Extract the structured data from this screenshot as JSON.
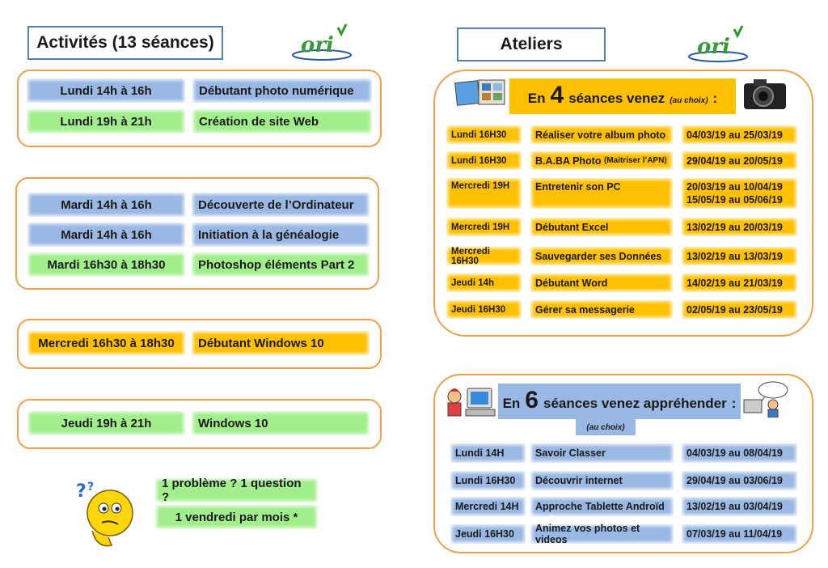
{
  "left": {
    "title": "Activités (13 séances)",
    "groups": [
      [
        {
          "day": "Lundi 14h à 16h",
          "activity": "Débutant photo numérique",
          "day_color": "blue",
          "act_color": "blue"
        },
        {
          "day": "Lundi 19h à 21h",
          "activity": "Création de site Web",
          "day_color": "green",
          "act_color": "green"
        }
      ],
      [
        {
          "day": "Mardi 14h à 16h",
          "activity": "Découverte de l’Ordinateur",
          "day_color": "blue",
          "act_color": "blue"
        },
        {
          "day": "Mardi 14h à 16h",
          "activity": "Initiation à la généalogie",
          "day_color": "blue",
          "act_color": "blue"
        },
        {
          "day": "Mardi 16h30 à 18h30",
          "activity": "Photoshop éléments Part 2",
          "day_color": "green",
          "act_color": "green"
        }
      ],
      [
        {
          "day": "Mercredi 16h30 à 18h30",
          "activity": "Débutant Windows 10",
          "day_color": "orange",
          "act_color": "orange"
        }
      ],
      [
        {
          "day": "Jeudi 19h à 21h",
          "activity": "Windows 10",
          "day_color": "green",
          "act_color": "green"
        }
      ]
    ],
    "help": {
      "line1": "1 problème ? 1 question ?",
      "line2": "1 vendredi par mois *"
    }
  },
  "right": {
    "title": "Ateliers",
    "four": {
      "pre": "En",
      "num": "4",
      "post": "séances venez",
      "choice": "(au choix)",
      "colon": ":",
      "rows": [
        {
          "day": "Lundi 16H30",
          "topic": "Réaliser  votre album photo",
          "dates": "04/03/19 au 25/03/19"
        },
        {
          "day": "Lundi 16H30",
          "topic": "B.A.BA Photo",
          "topic_small": "(Maitriser l’APN)",
          "dates": "29/04/19 au 20/05/19"
        },
        {
          "day": "Mercredi 19H",
          "topic": "Entretenir son PC",
          "dates": "20/03/19 au 10/04/19",
          "dates2": "15/05/19 au 05/06/19"
        },
        {
          "day": "Mercredi 19H",
          "topic": "Débutant Excel",
          "dates": "13/02/19 au 20/03/19"
        },
        {
          "day": "Mercredi 16H30",
          "topic": "Sauvegarder ses Données",
          "dates": "13/02/19 au 13/03/19"
        },
        {
          "day": "Jeudi 14h",
          "topic": "Débutant Word",
          "dates": "14/02/19 au 21/03/19"
        },
        {
          "day": "Jeudi 16H30",
          "topic": "Gérer sa messagerie",
          "dates": "02/05/19 au 23/05/19"
        }
      ]
    },
    "six": {
      "pre": "En",
      "num": "6",
      "post": "séances venez appréhender",
      "colon": ":",
      "choice": "(au choix)",
      "rows": [
        {
          "day": "Lundi 14H",
          "topic": "Savoir Classer",
          "dates": "04/03/19 au 08/04/19"
        },
        {
          "day": "Lundi 16H30",
          "topic": "Découvrir internet",
          "dates": "29/04/19 au 03/06/19"
        },
        {
          "day": "Mercredi 14H",
          "topic": "Approche Tablette Androïd",
          "dates": "13/02/19 au  03/04/19"
        },
        {
          "day": "Jeudi  16H30",
          "topic": "Animez vos photos et videos",
          "dates": "07/03/19 au 11/04/19"
        }
      ]
    }
  },
  "logo": {
    "text": "ori"
  },
  "colors": {
    "blue": "#9ab8e4",
    "green": "#a2ee8c",
    "orange": "#ffc000",
    "border": "#f0a04b",
    "title_border": "#4f7fb5"
  }
}
